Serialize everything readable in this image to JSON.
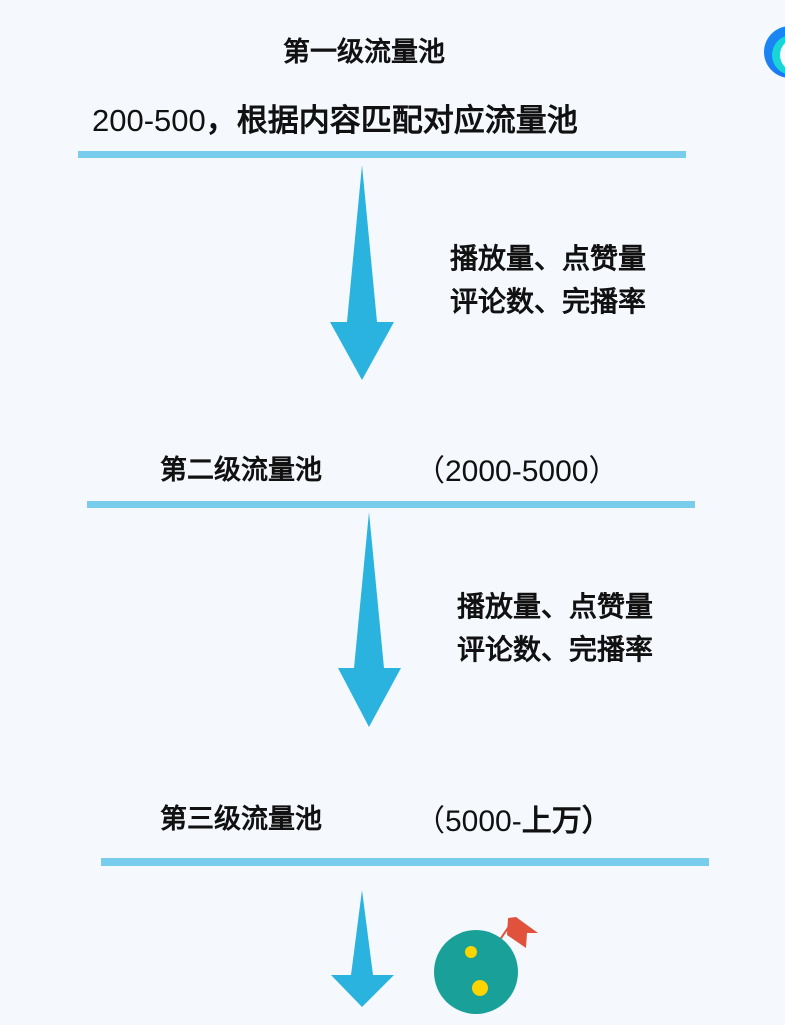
{
  "colors": {
    "background": "#f5f9fe",
    "divider": "#78cdec",
    "arrow": "#2bb3e0",
    "ball": "#19a098",
    "dots": "#fcd400",
    "flag": "#e0523b"
  },
  "level1": {
    "title": "第一级流量池",
    "range": "200-500",
    "note": "，根据内容匹配对应流量池"
  },
  "metrics1": {
    "line1": "播放量、点赞量",
    "line2": "评论数、完播率"
  },
  "level2": {
    "title": "第二级流量池",
    "range": "（2000-5000）"
  },
  "metrics2": {
    "line1": "播放量、点赞量",
    "line2": "评论数、完播率"
  },
  "level3": {
    "title": "第三级流量池",
    "range_open": "（5000-",
    "range_bold": "上万）"
  },
  "icons": [
    "logo-ring-icon",
    "down-arrow-icon",
    "planet-flag-icon"
  ]
}
